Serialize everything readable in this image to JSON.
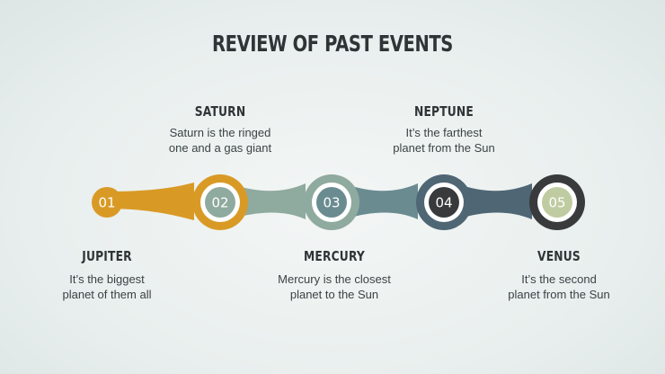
{
  "title": "REVIEW OF PAST EVENTS",
  "colors": {
    "jupiter": "#d99a25",
    "saturn": "#8faa9f",
    "mercury": "#6a8c91",
    "neptune": "#4f6675",
    "venus": "#383a3c",
    "venus_inner": "#bfcba0"
  },
  "events": [
    {
      "number": "01",
      "name": "JUPITER",
      "desc_line1": "It’s the biggest",
      "desc_line2": "planet of them all"
    },
    {
      "number": "02",
      "name": "SATURN",
      "desc_line1": "Saturn is the ringed",
      "desc_line2": "one and a gas giant"
    },
    {
      "number": "03",
      "name": "MERCURY",
      "desc_line1": "Mercury is the closest",
      "desc_line2": "planet to the Sun"
    },
    {
      "number": "04",
      "name": "NEPTUNE",
      "desc_line1": "It’s the farthest",
      "desc_line2": "planet from the Sun"
    },
    {
      "number": "05",
      "name": "VENUS",
      "desc_line1": "It’s the second",
      "desc_line2": "planet from the Sun"
    }
  ]
}
